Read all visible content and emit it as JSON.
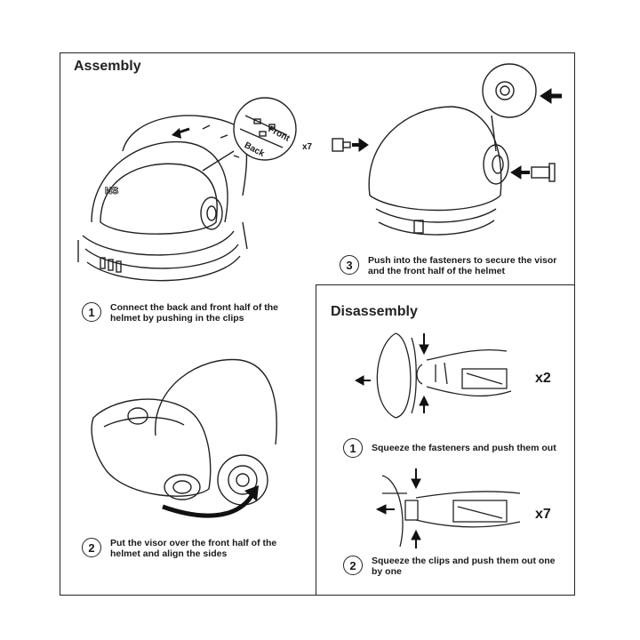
{
  "assembly": {
    "title": "Assembly",
    "steps": [
      {
        "number": "1",
        "text_line1": "Connect the back and front half of the",
        "text_line2": "helmet by pushing in the clips"
      },
      {
        "number": "2",
        "text_line1": "Put the visor over the front half of the",
        "text_line2": "helmet and align the sides"
      },
      {
        "number": "3",
        "text_line1": "Push into the fasteners to secure the visor",
        "text_line2": "and the front half of the helmet"
      }
    ],
    "inset_labels": {
      "front": "Front",
      "back": "Back",
      "count": "x7"
    }
  },
  "disassembly": {
    "title": "Disassembly",
    "steps": [
      {
        "number": "1",
        "text_line1": "Squeeze the fasteners and push them out",
        "text_line2": "",
        "count": "x2"
      },
      {
        "number": "2",
        "text_line1": "Squeeze the clips and push them out one",
        "text_line2": "by one",
        "count": "x7"
      }
    ]
  }
}
